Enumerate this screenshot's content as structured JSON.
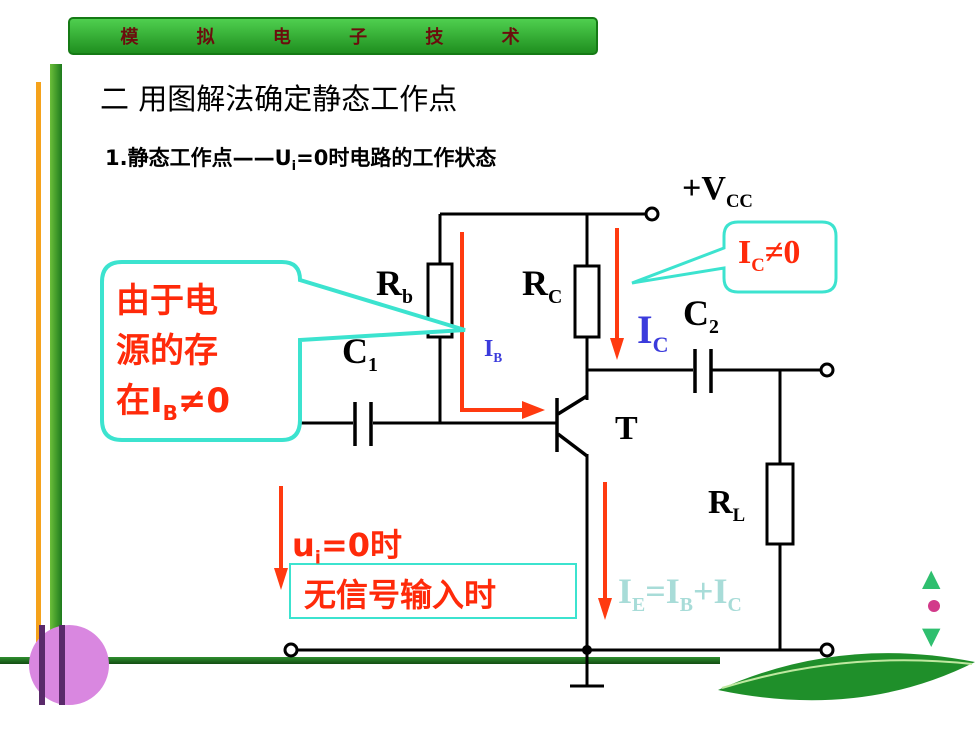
{
  "header": {
    "title": "模 拟 电 子 技 术"
  },
  "section_title": "二  用图解法确定静态工作点",
  "subtitle": {
    "prefix": "1.静态工作点——U",
    "sub": "i",
    "suffix": "=0时电路的工作状态"
  },
  "circuit": {
    "vcc": {
      "main": "+V",
      "sub": "CC"
    },
    "rb": {
      "main": "R",
      "sub": "b"
    },
    "rc": {
      "main": "R",
      "sub": "C"
    },
    "c1": {
      "main": "C",
      "sub": "1"
    },
    "c2": {
      "main": "C",
      "sub": "2"
    },
    "rl": {
      "main": "R",
      "sub": "L"
    },
    "transistor": "T",
    "ib": {
      "main": "I",
      "sub": "B"
    },
    "ic": {
      "main": "I",
      "sub": "C"
    },
    "ie_eq": {
      "a": "I",
      "a_sub": "E",
      "eq": "=",
      "b": "I",
      "b_sub": "B",
      "plus": "+",
      "c": "I",
      "c_sub": "C"
    }
  },
  "callouts": {
    "ib_note": {
      "line1": "由于电",
      "line2": "源的存",
      "line3_prefix": "在I",
      "line3_sub": "B",
      "line3_suffix": "≠0"
    },
    "ic_note": {
      "main": "I",
      "sub": "C",
      "suffix": "≠0"
    },
    "ui_note": {
      "main": "u",
      "sub": "i",
      "suffix": "=0时"
    },
    "no_signal": "无信号输入时"
  },
  "nav": {
    "up": "▲",
    "down": "▼"
  },
  "colors": {
    "header_green": "#2aa82a",
    "arrow_red": "#ff3a10",
    "callout_border": "#3ce3cf",
    "label_blue": "#3b3bdc",
    "faded": "#a8dcd8"
  }
}
